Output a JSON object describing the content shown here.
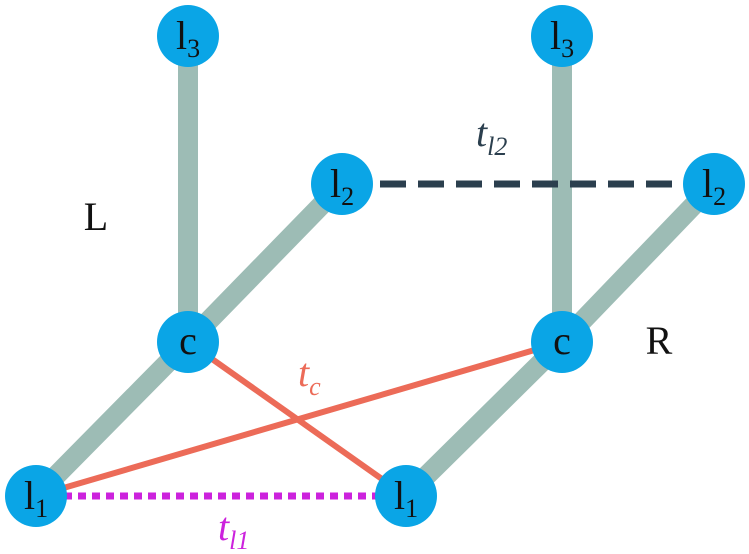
{
  "colors": {
    "node": "#0aa5e6",
    "bond": "#9dbcb5",
    "tc": "#ec6b58",
    "tl1": "#cc22dd",
    "tl2": "#2b3f4e",
    "text": "#111111"
  },
  "nodes": {
    "left_l3": {
      "base": "l",
      "sub": "3"
    },
    "left_l2": {
      "base": "l",
      "sub": "2"
    },
    "left_c": {
      "base": "c",
      "sub": ""
    },
    "left_l1": {
      "base": "l",
      "sub": "1"
    },
    "right_l3": {
      "base": "l",
      "sub": "3"
    },
    "right_l2": {
      "base": "l",
      "sub": "2"
    },
    "right_c": {
      "base": "c",
      "sub": ""
    },
    "right_l1": {
      "base": "l",
      "sub": "1"
    }
  },
  "labels": {
    "left": "L",
    "right": "R"
  },
  "hoppings": {
    "tc": {
      "base": "t",
      "sub": "c",
      "color": "#ec6b58"
    },
    "tl1": {
      "base": "t",
      "sub": "l1",
      "color": "#cc22dd"
    },
    "tl2": {
      "base": "t",
      "sub": "l2",
      "color": "#2b3f4e"
    }
  }
}
